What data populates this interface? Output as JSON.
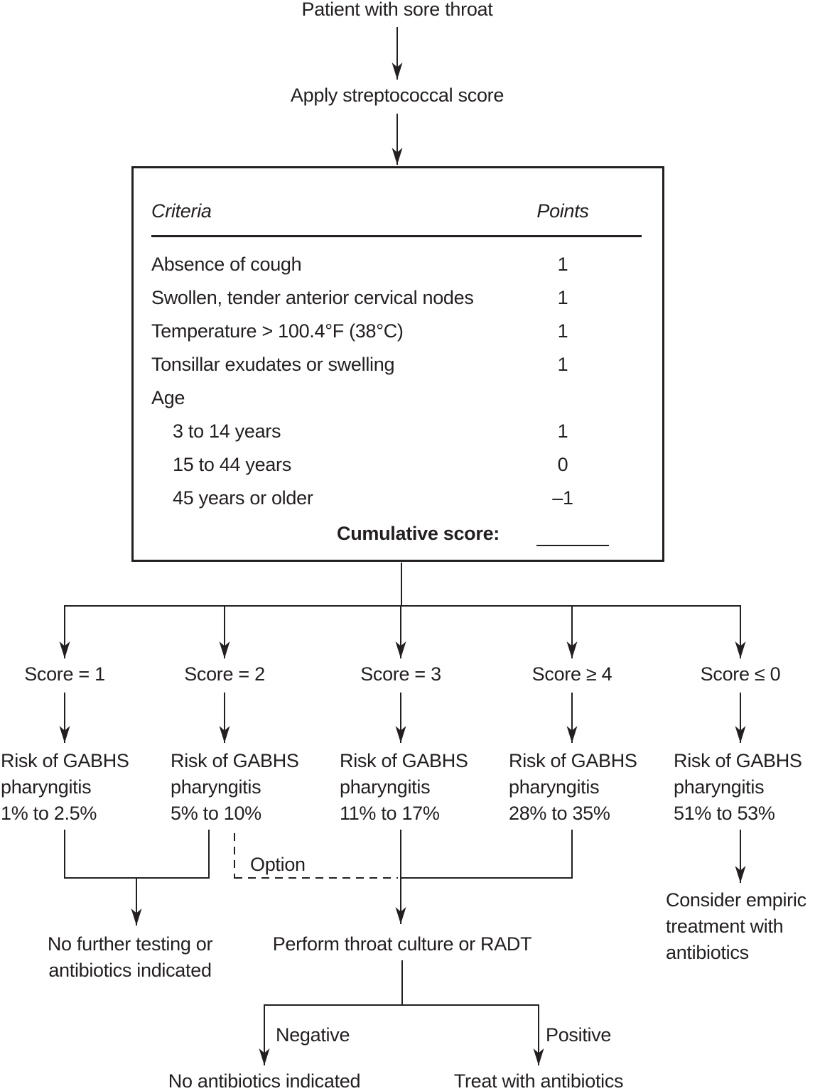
{
  "flow": {
    "start": "Patient with sore throat",
    "apply": "Apply streptococcal score"
  },
  "score_table": {
    "col_criteria": "Criteria",
    "col_points": "Points",
    "rows": [
      {
        "label": "Absence of cough",
        "points": "1"
      },
      {
        "label": "Swollen, tender anterior cervical nodes",
        "points": "1"
      },
      {
        "label": "Temperature > 100.4°F (38°C)",
        "points": "1"
      },
      {
        "label": "Tonsillar exudates or swelling",
        "points": "1"
      },
      {
        "label": "Age",
        "points": ""
      },
      {
        "label": "3 to 14 years",
        "points": "1"
      },
      {
        "label": "15 to 44 years",
        "points": "0"
      },
      {
        "label": "45 years or older",
        "points": "–1"
      }
    ],
    "cumulative_label": "Cumulative score:"
  },
  "branches": [
    {
      "score": "Score = 1",
      "risk": [
        "Risk of GABHS",
        "pharyngitis",
        "1% to 2.5%"
      ]
    },
    {
      "score": "Score = 2",
      "risk": [
        "Risk of GABHS",
        "pharyngitis",
        "5% to 10%"
      ]
    },
    {
      "score": "Score = 3",
      "risk": [
        "Risk of GABHS",
        "pharyngitis",
        "11% to 17%"
      ]
    },
    {
      "score": "Score ≥ 4",
      "risk": [
        "Risk of GABHS",
        "pharyngitis",
        "28% to 35%"
      ]
    },
    {
      "score": "Score ≤ 0",
      "risk": [
        "Risk of GABHS",
        "pharyngitis",
        "51% to 53%"
      ]
    }
  ],
  "outcomes": {
    "option_label": "Option",
    "no_testing_line1": "No further testing or",
    "no_testing_line2": "antibiotics indicated",
    "perform_test": "Perform throat culture or RADT",
    "consider_line1": "Consider empiric",
    "consider_line2": "treatment with",
    "consider_line3": "antibiotics",
    "negative_label": "Negative",
    "positive_label": "Positive",
    "negative_result": "No antibiotics indicated",
    "positive_result": "Treat with antibiotics"
  },
  "colors": {
    "ink": "#231f20",
    "background": "#ffffff"
  }
}
